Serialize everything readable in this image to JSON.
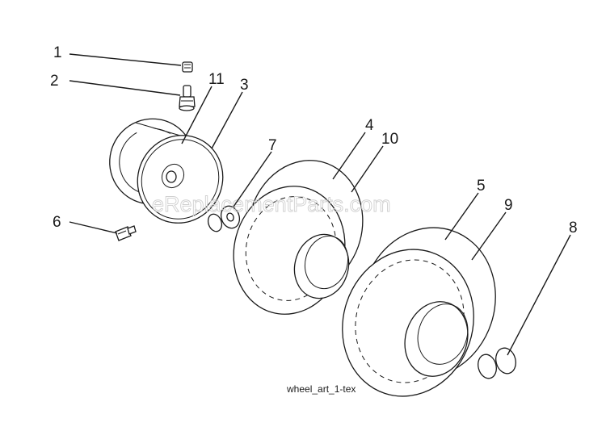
{
  "callouts": [
    {
      "id": "1",
      "label": "1"
    },
    {
      "id": "2",
      "label": "2"
    },
    {
      "id": "11",
      "label": "11"
    },
    {
      "id": "3",
      "label": "3"
    },
    {
      "id": "7",
      "label": "7"
    },
    {
      "id": "4",
      "label": "4"
    },
    {
      "id": "10",
      "label": "10"
    },
    {
      "id": "5",
      "label": "5"
    },
    {
      "id": "9",
      "label": "9"
    },
    {
      "id": "8",
      "label": "8"
    },
    {
      "id": "6",
      "label": "6"
    }
  ],
  "watermark": "eReplacementParts.com",
  "caption": "wheel_art_1-tex"
}
